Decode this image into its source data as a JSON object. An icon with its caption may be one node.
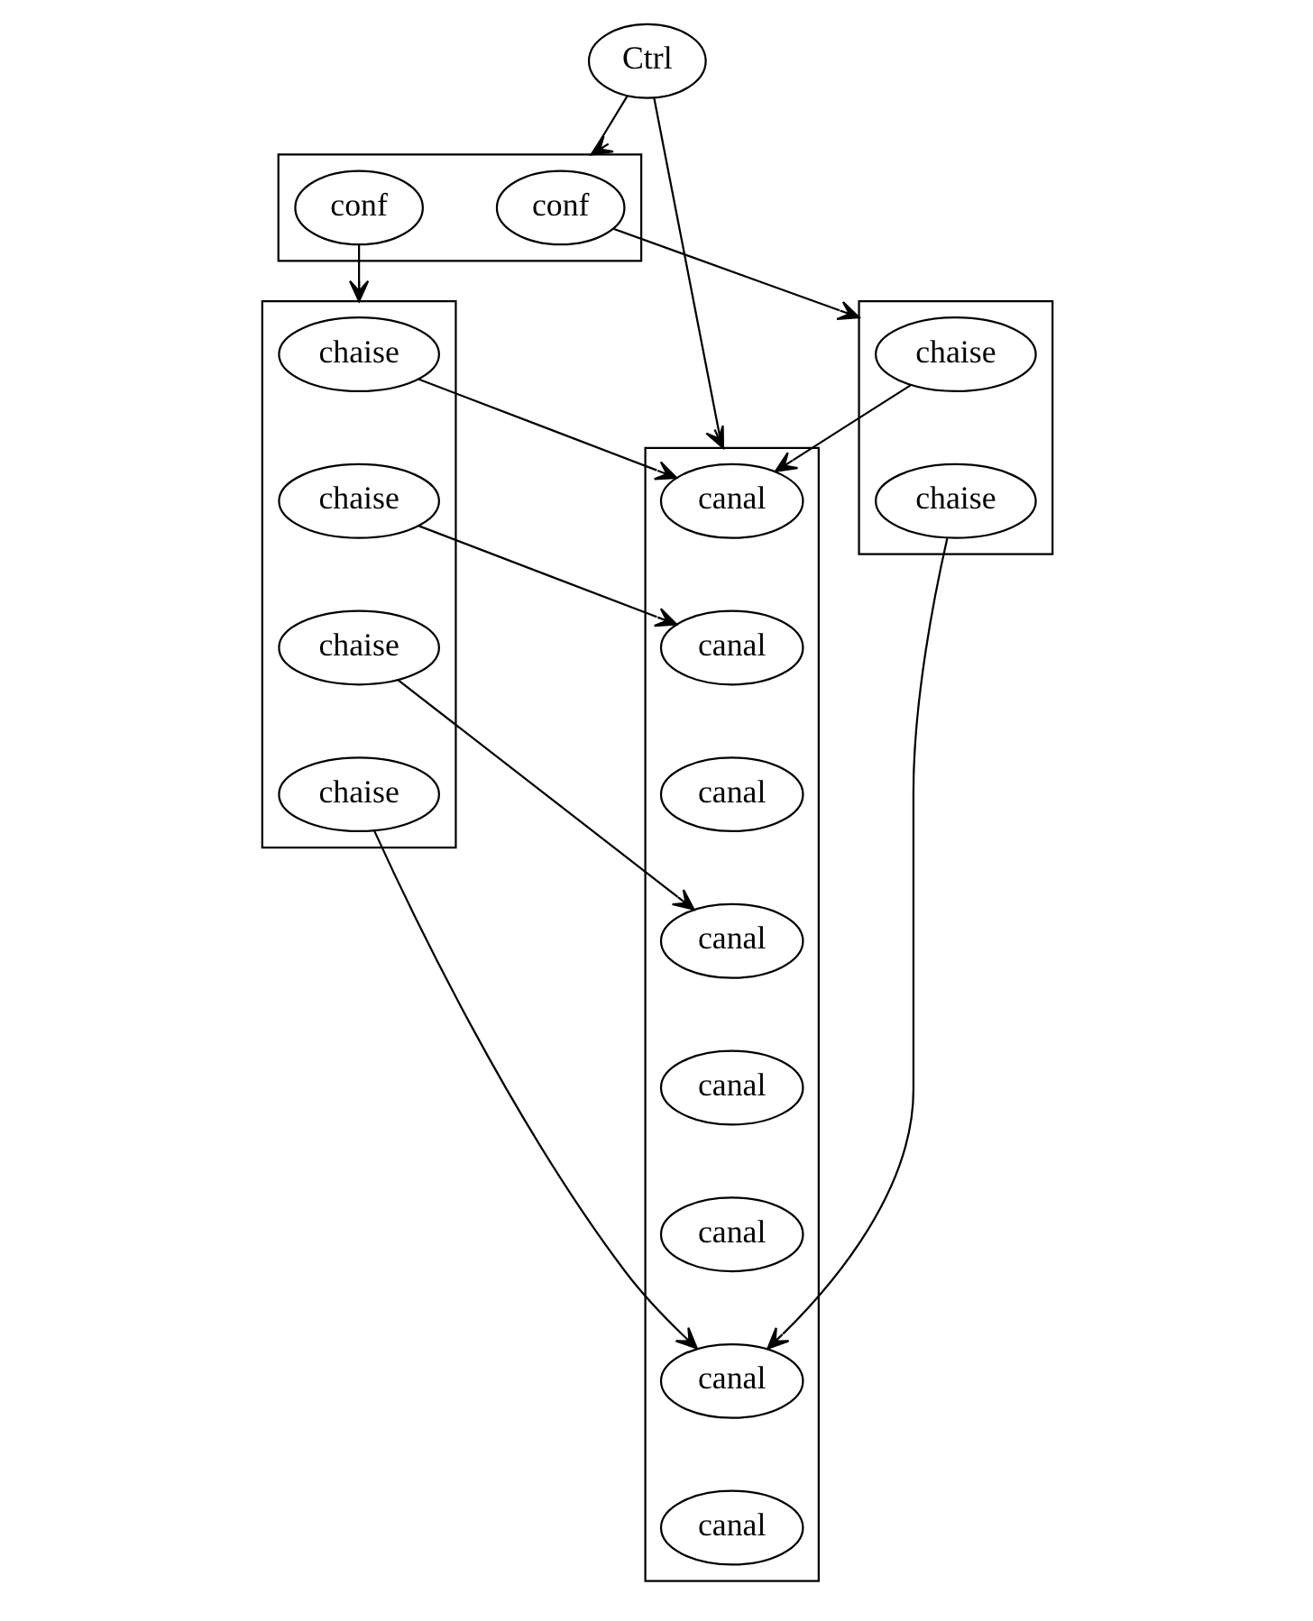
{
  "diagram": {
    "nodes": [
      {
        "text": [
          "Ctrl"
        ]
      },
      {
        "text": [],
        "shape": "box"
      },
      {
        "text": [
          "conf"
        ],
        "in": 1
      },
      {
        "text": [
          "conf"
        ],
        "in": 1
      },
      {
        "text": [],
        "shape": "box"
      },
      {
        "text": [
          "canal"
        ],
        "in": 4
      },
      {
        "text": [
          "canal"
        ],
        "in": 4
      },
      {
        "text": [
          "canal"
        ],
        "in": 4
      },
      {
        "text": [
          "canal"
        ],
        "in": 4
      },
      {
        "text": [
          "canal"
        ],
        "in": 4
      },
      {
        "text": [
          "canal"
        ],
        "in": 4
      },
      {
        "text": [
          "canal"
        ],
        "in": 4
      },
      {
        "text": [
          "canal"
        ],
        "in": 4
      },
      {
        "text": [],
        "shape": "box"
      },
      {
        "text": [
          "chaise"
        ],
        "in": 13
      },
      {
        "text": [
          "chaise"
        ],
        "in": 13
      },
      {
        "text": [],
        "shape": "box"
      },
      {
        "text": [
          "chaise"
        ],
        "in": 16
      },
      {
        "text": [
          "chaise"
        ],
        "in": 16
      },
      {
        "text": [
          "chaise"
        ],
        "in": 16
      },
      {
        "text": [
          "chaise"
        ],
        "in": 16
      }
    ],
    "edges": [
      {
        "from": 0,
        "to": 1,
        "arrow": "to"
      },
      {
        "from": 0,
        "to": 4,
        "arrow": "to"
      },
      {
        "from": 2,
        "to": 13,
        "arrow": "to"
      },
      {
        "from": 3,
        "to": 16,
        "arrow": "to"
      },
      {
        "from": 14,
        "to": 5,
        "arrow": "to"
      },
      {
        "from": 15,
        "to": 11,
        "arrow": "to"
      },
      {
        "from": 17,
        "to": 5,
        "arrow": "to"
      },
      {
        "from": 18,
        "to": 6,
        "arrow": "to"
      },
      {
        "from": 19,
        "to": 8,
        "arrow": "to"
      },
      {
        "from": 20,
        "to": 11,
        "arrow": "to"
      }
    ]
  }
}
